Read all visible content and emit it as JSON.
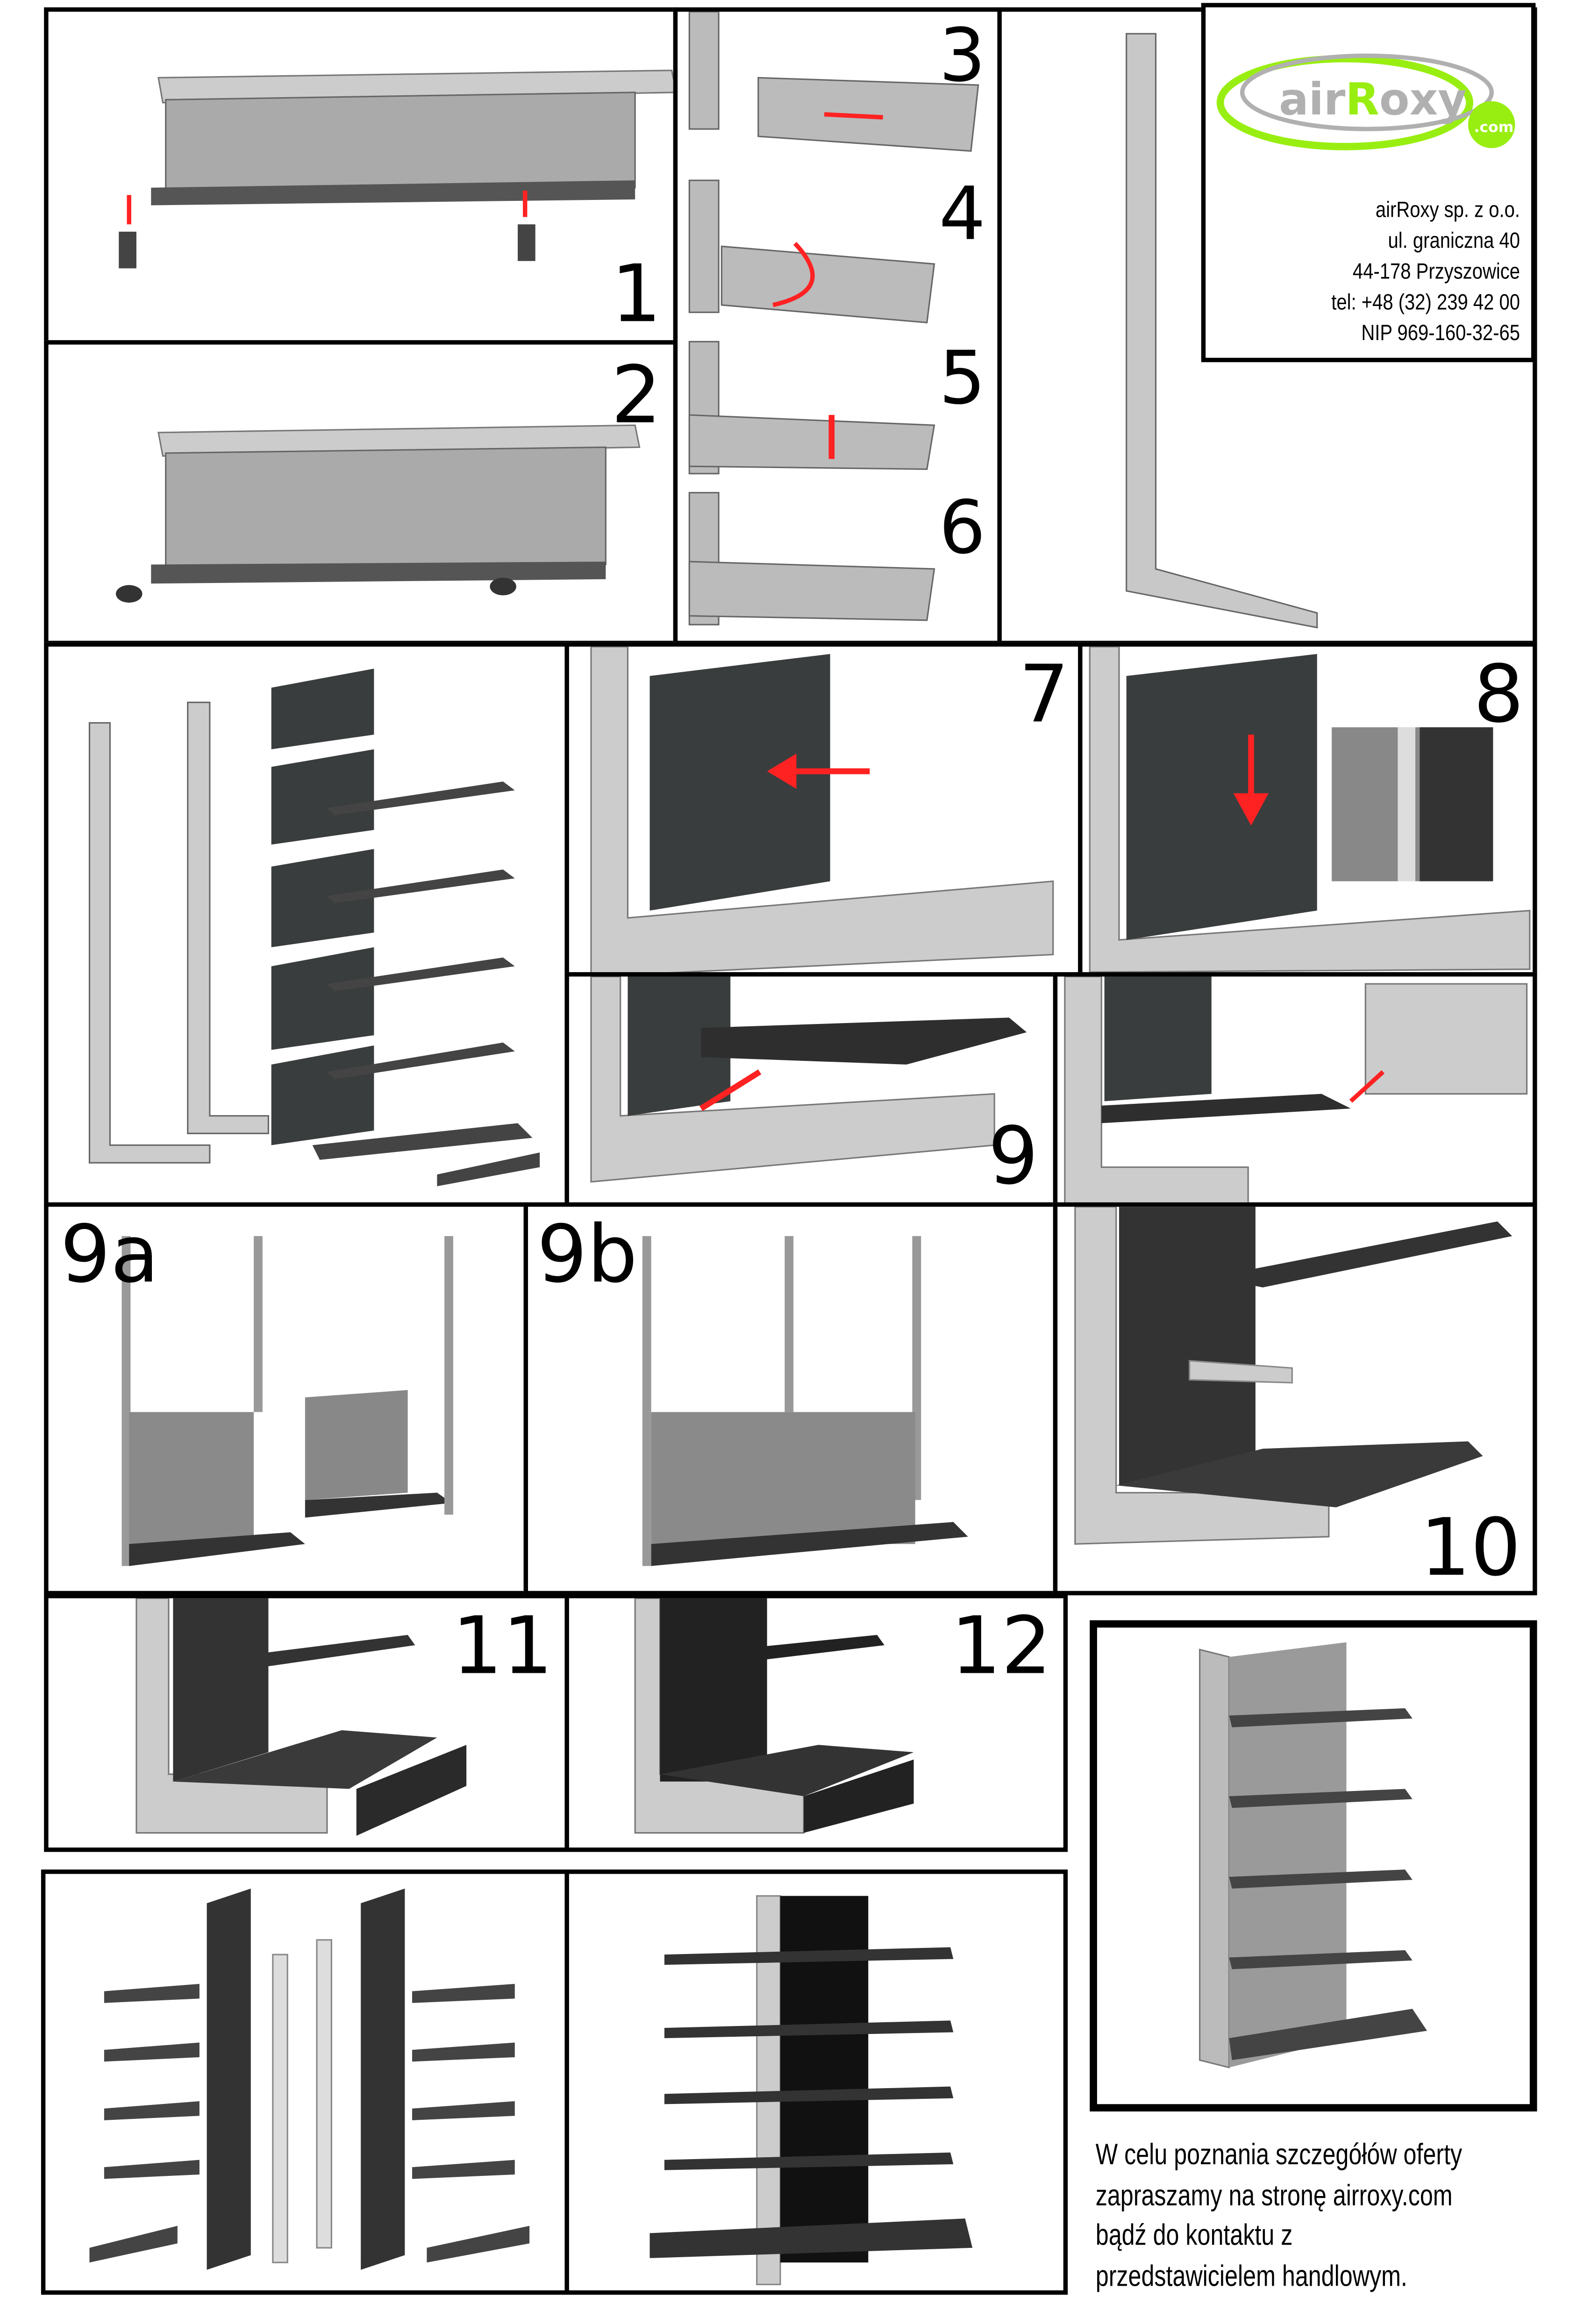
{
  "steps": {
    "s1": "1",
    "s2": "2",
    "s3": "3",
    "s4": "4",
    "s5": "5",
    "s6": "6",
    "s7": "7",
    "s8": "8",
    "s9": "9",
    "s9a": "9a",
    "s9b": "9b",
    "s10": "10",
    "s11": "11",
    "s12": "12"
  },
  "logo": {
    "brand": "airRoxy",
    "tld": ".com",
    "green": "#99ee11",
    "gray": "#b0b0b0"
  },
  "company": {
    "name": "airRoxy sp. z o.o.",
    "street": "ul. graniczna 40",
    "city": "44-178 Przyszowice",
    "phone": "tel: +48 (32) 239 42 00",
    "nip": "NIP 969-160-32-65"
  },
  "footer": {
    "line1": "W celu poznania szczegółów oferty",
    "line2": "zapraszamy na stronę airroxy.com",
    "line3": "bądź do kontaktu z",
    "line4": "przedstawicielem handlowym."
  },
  "colors": {
    "panel": "#3a3d3d",
    "metal": "#c8c8c8",
    "arrow": "#ff2020"
  }
}
